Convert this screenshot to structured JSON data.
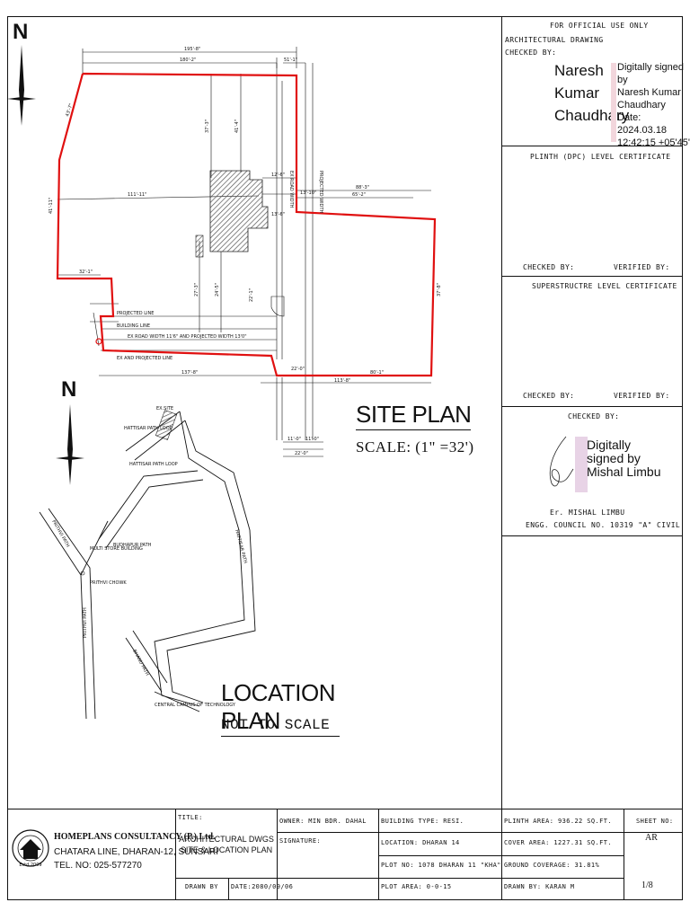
{
  "north": "N",
  "site_plan": {
    "title": "SITE PLAN",
    "scale": "SCALE: (1\" =32')",
    "dims": [
      "195'-8\"",
      "180'-2\"",
      "51'-1\"",
      "43'-7\"",
      "41'-11\"",
      "111'-11\"",
      "32'-1\"",
      "37'-3\"",
      "41'-4\"",
      "27'-3\"",
      "24'-5\"",
      "22'-1\"",
      "12'-6\"",
      "13'-6\"",
      "88'-3\"",
      "65'-2\"",
      "13'-10\"",
      "37'-8\"",
      "137'-8\"",
      "113'-8\"",
      "80'-1\"",
      "22'-0\"",
      "11'-0\"",
      "11'-0\"",
      "22'-0\""
    ],
    "labels": [
      "PROJECTED LINE",
      "BUILDING LINE",
      "EX ROAD WIDTH 11'6\" AND PROJECTED WIDTH 13'0\"",
      "EX AND PROJECTED LINE",
      "EX ROAD WIDTH",
      "PROJECTED WIDTH"
    ]
  },
  "location_plan": {
    "title": "LOCATION PLAN",
    "scale": "NOT TO SCALE",
    "places": [
      "EX.SITE",
      "HATTISAR PATH LOOP",
      "HATTISAR PATH LOOP",
      "HATTISAR PATH",
      "BUDHAPUR PATH",
      "MULTI STORE BUILDING",
      "PRITHVI CHOWK",
      "PRITHVI PATH",
      "PRITHVI PATH",
      "BHANU PATH",
      "CENTRAL CAMPUS OF TECHNOLOGY"
    ]
  },
  "right_panel": {
    "official_use": "FOR OFFICIAL USE ONLY",
    "architectural_drawing": "ARCHITECTURAL DRAWING",
    "checked_by": "CHECKED BY:",
    "signer1_name": [
      "Naresh",
      "Kumar",
      "Chaudhary"
    ],
    "signer1_details": [
      "Digitally signed by",
      "Naresh Kumar",
      "Chaudhary",
      "Date: 2024.03.18",
      "12:42:15 +05'45'"
    ],
    "plinth_cert": "PLINTH (DPC) LEVEL CERTIFICATE",
    "verified_by": "VERIFIED BY:",
    "super_cert": "SUPERSTRUCTRE LEVEL CERTIFICATE",
    "signer2_lines": [
      "Digitally",
      "signed by",
      "Mishal Limbu"
    ],
    "engineer": "Er. MISHAL LIMBU",
    "council": "ENGG. COUNCIL NO. 10319 \"A\" CIVIL"
  },
  "title_block": {
    "company": "HOMEPLANS CONSULTANCY (P.) Ltd.",
    "address": "CHATARA LINE, DHARAN-12, SUNSARI",
    "tel": "TEL. NO: 025-577270",
    "logo_text": "Estd.2009",
    "title_label": "TITLE:",
    "title_lines": [
      "ARCHITECTURAL DWGS",
      "SITE & LOCATION PLAN"
    ],
    "drawn_label": "DRAWN BY",
    "date": "DATE:2080/09/06",
    "owner": "OWNER: MIN BDR. DAHAL",
    "signature": "SIGNATURE:",
    "building_type": "BUILDING TYPE: RESI.",
    "location": "LOCATION: DHARAN 14",
    "plot_no": "PLOT NO: 1078 DHARAN 11 \"KHA\"",
    "plot_area": "PLOT AREA: 0-0-15",
    "plinth_area": "PLINTH AREA: 936.22 SQ.FT.",
    "cover_area": "COVER AREA: 1227.31 SQ.FT.",
    "ground_coverage": "GROUND COVERAGE: 31.81%",
    "drawn_by": "DRAWN BY: KARAN M",
    "sheet_no": "SHEET NO:",
    "sheet_code": "AR",
    "sheet_count": "1/8"
  },
  "colors": {
    "boundary": "#e01010",
    "ink": "#111111",
    "hatch": "#555555"
  }
}
